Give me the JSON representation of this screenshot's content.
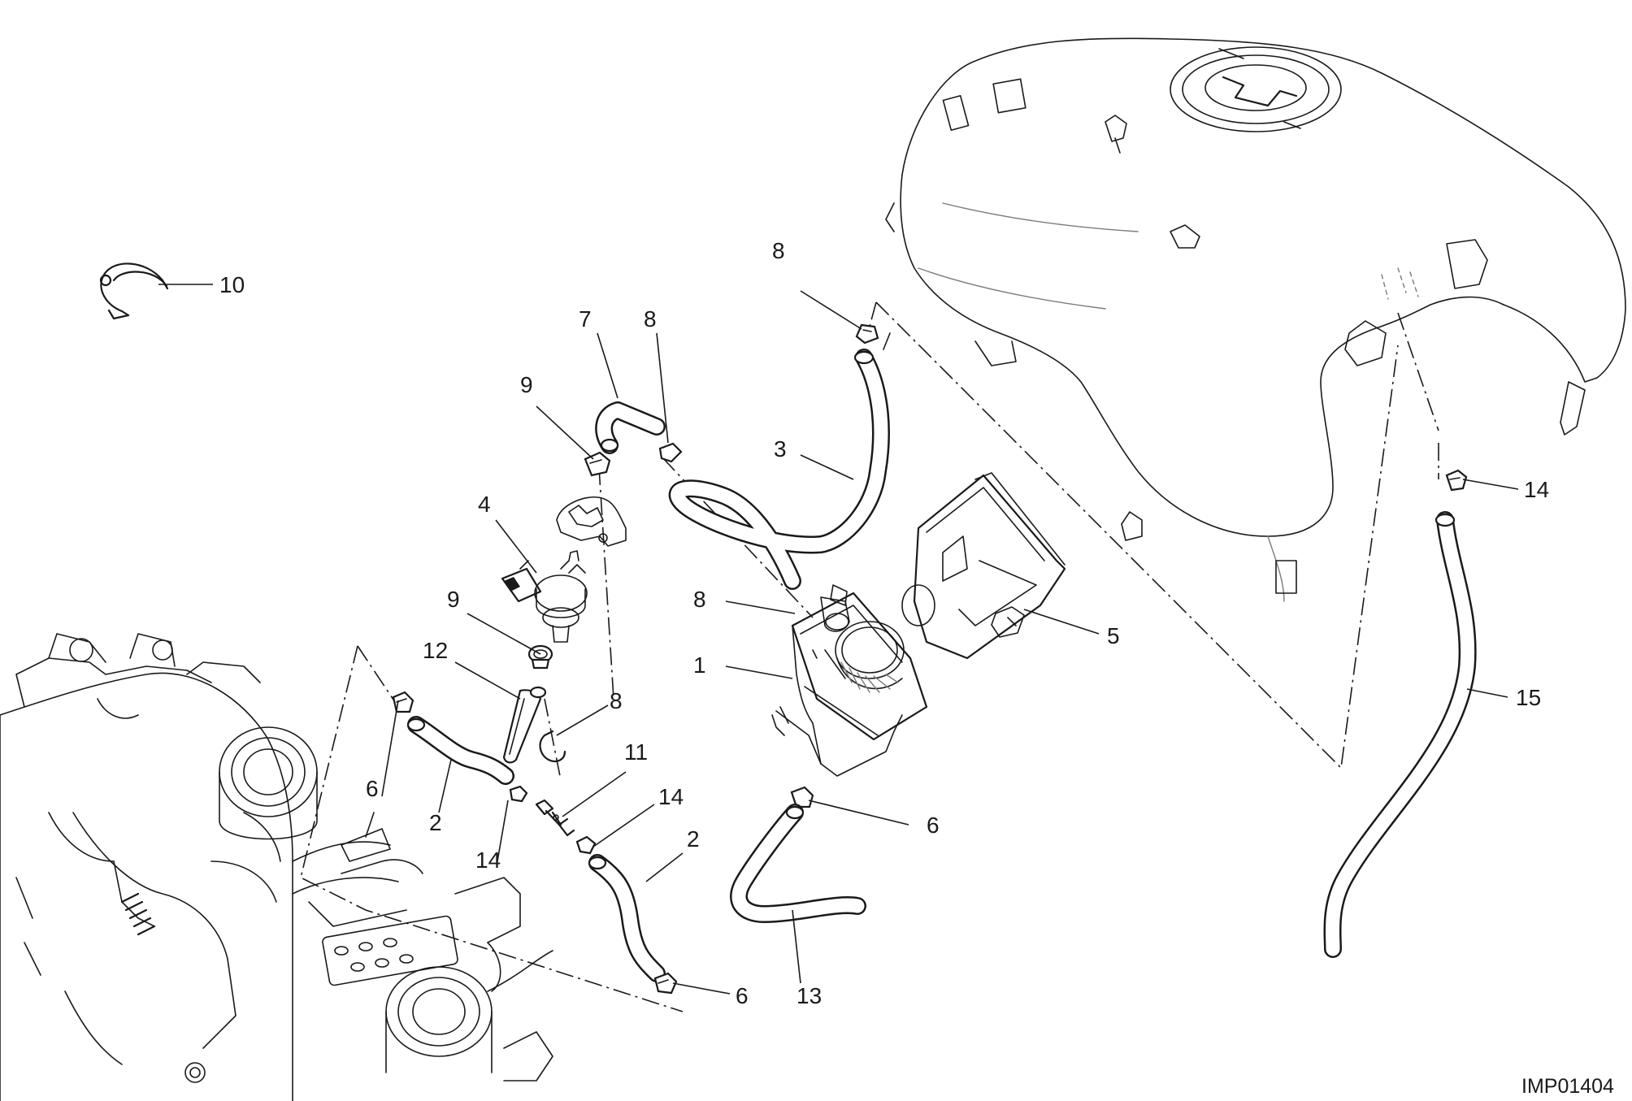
{
  "drawing_code": "IMP01404",
  "callouts": {
    "c10": "10",
    "c8a": "8",
    "c7": "7",
    "c8b": "8",
    "c9a": "9",
    "c3": "3",
    "c4": "4",
    "c8c": "8",
    "c9b": "9",
    "c1": "1",
    "c5": "5",
    "c12": "12",
    "c8d": "8",
    "c6a": "6",
    "c11": "11",
    "c14a": "14",
    "c2a": "2",
    "c14b": "14",
    "c2b": "2",
    "c6b": "6",
    "c13": "13",
    "c6c": "6",
    "c14c": "14",
    "c15": "15"
  }
}
